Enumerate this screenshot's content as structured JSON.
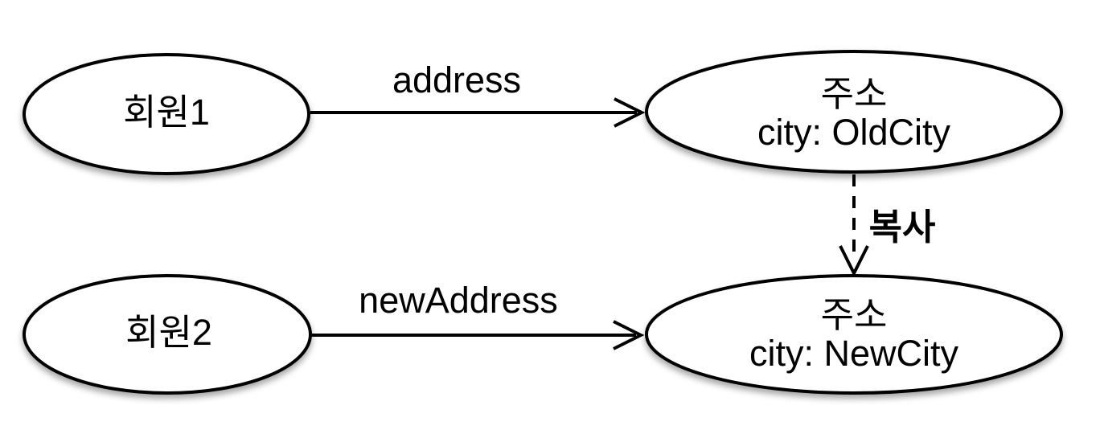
{
  "diagram": {
    "colors": {
      "background": "#ffffff",
      "node_fill": "#ffffff",
      "stroke": "#000000",
      "text": "#000000"
    },
    "nodes": {
      "member1": {
        "label": "회원1"
      },
      "member2": {
        "label": "회원2"
      },
      "address_old": {
        "title": "주소",
        "attribute": "city: OldCity"
      },
      "address_new": {
        "title": "주소",
        "attribute": "city: NewCity"
      }
    },
    "edges": {
      "member1_address": {
        "label": "address"
      },
      "member2_new_address": {
        "label": "newAddress"
      },
      "copy": {
        "label": "복사"
      }
    }
  }
}
